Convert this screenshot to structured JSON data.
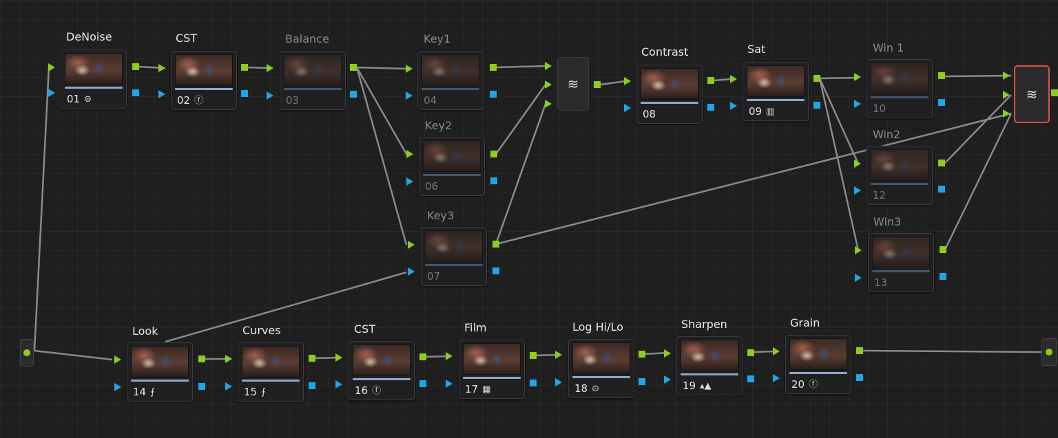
{
  "nodes": {
    "n01": {
      "title": "DeNoise",
      "number": "01",
      "icon": "denoise-icon",
      "icon_glyph": "⊜"
    },
    "n02": {
      "title": "CST",
      "number": "02",
      "icon": "fx-icon",
      "icon_glyph": "ⓕ"
    },
    "n03": {
      "title": "Balance",
      "number": "03"
    },
    "n04": {
      "title": "Key1",
      "number": "04"
    },
    "n06": {
      "title": "Key2",
      "number": "06"
    },
    "n07": {
      "title": "Key3",
      "number": "07"
    },
    "n08": {
      "title": "Contrast",
      "number": "08"
    },
    "n09": {
      "title": "Sat",
      "number": "09",
      "icon": "bars-icon",
      "icon_glyph": "▥"
    },
    "n10": {
      "title": "Win 1",
      "number": "10"
    },
    "n12": {
      "title": "Win2",
      "number": "12"
    },
    "n13": {
      "title": "Win3",
      "number": "13"
    },
    "n14": {
      "title": "Look",
      "number": "14",
      "icon": "curve-icon",
      "icon_glyph": "⨍"
    },
    "n15": {
      "title": "Curves",
      "number": "15",
      "icon": "curve-icon",
      "icon_glyph": "⨍"
    },
    "n16": {
      "title": "CST",
      "number": "16",
      "icon": "fx-icon",
      "icon_glyph": "ⓕ"
    },
    "n17": {
      "title": "Film",
      "number": "17",
      "icon": "grid-icon",
      "icon_glyph": "▦"
    },
    "n18": {
      "title": "Log Hi/Lo",
      "number": "18",
      "icon": "target-icon",
      "icon_glyph": "⊙"
    },
    "n19": {
      "title": "Sharpen",
      "number": "19",
      "icon": "sharpen-icon",
      "icon_glyph": "▴▲"
    },
    "n20": {
      "title": "Grain",
      "number": "20",
      "icon": "fx-icon",
      "icon_glyph": "ⓕ"
    }
  },
  "mixers": {
    "m1": {
      "icon": "layers-icon",
      "glyph": "≋"
    },
    "m2": {
      "icon": "layers-icon",
      "glyph": "≋",
      "selected": true
    }
  },
  "colors": {
    "background": "#1f1f20",
    "rgb_port": "#8ccc1c",
    "alpha_port": "#1fa6e8",
    "wire": "#8a8a8a",
    "selected_outline": "#d9533f"
  }
}
